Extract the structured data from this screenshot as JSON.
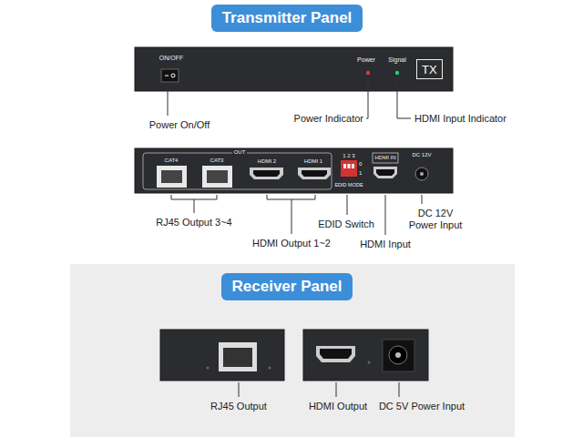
{
  "diagram": {
    "nodes": [
      {
        "text": [
          "Transmitter Panel"
        ]
      },
      {
        "text": [
          "ON/OFF",
          "Power",
          "Signal"
        ]
      },
      {
        "text": [
          "TX"
        ],
        "in": 1
      },
      {
        "text": [
          "OUT",
          "CAT4",
          "CAT3",
          "HDMI 2",
          "HDMI 1",
          "1 2 3",
          "0",
          "1",
          "EDID MODE",
          "HDMI IN",
          "DC 12V"
        ]
      },
      {
        "text": [
          "Receiver Panel"
        ]
      }
    ],
    "labels": [
      "Power On/Off",
      "Power Indicator",
      "HDMI Input Indicator",
      "RJ45 Output 3~4",
      "HDMI Output 1~2",
      "EDID Switch",
      "DC 12V Power Input",
      "HDMI Input",
      "RJ45 Output",
      "HDMI Output",
      "DC 5V Power Input"
    ]
  }
}
